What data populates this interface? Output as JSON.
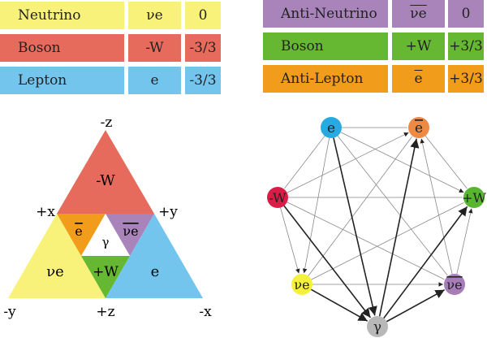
{
  "legend_left": [
    {
      "name": "Neutrino",
      "symbol": "νe",
      "charge": "0",
      "color": "#f8f27a"
    },
    {
      "name": "Boson",
      "symbol": "-W",
      "charge": "-3/3",
      "color": "#e76b5c"
    },
    {
      "name": "Lepton",
      "symbol": "e",
      "charge": "-3/3",
      "color": "#74c5ee"
    }
  ],
  "legend_right": [
    {
      "name": "Anti-Neutrino",
      "symbol": "νe",
      "charge": "0",
      "color": "#a884bb",
      "overline": true
    },
    {
      "name": "Boson",
      "symbol": "+W",
      "charge": "+3/3",
      "color": "#66b832"
    },
    {
      "name": "Anti-Lepton",
      "symbol": "e",
      "charge": "+3/3",
      "color": "#f19c1b",
      "overline": true
    }
  ],
  "triangle": {
    "axis_labels": {
      "neg_z": "-z",
      "pos_x": "+x",
      "pos_y": "+y",
      "neg_y": "-y",
      "pos_z": "+z",
      "neg_x": "-x"
    },
    "regions": {
      "neg_w": {
        "label": "-W",
        "color": "#e76b5c"
      },
      "neutrino": {
        "label": "νe",
        "color": "#f8f27a"
      },
      "electron": {
        "label": "e",
        "color": "#74c5ee"
      },
      "anti_electron": {
        "label": "e",
        "color": "#f19c1b"
      },
      "anti_neutrino": {
        "label": "νe",
        "color": "#a884bb"
      },
      "photon": {
        "label": "γ",
        "color": "#ffffff"
      },
      "pos_w": {
        "label": "+W",
        "color": "#66b832"
      }
    }
  },
  "graph": {
    "nodes": [
      {
        "id": "e",
        "label": "e",
        "color": "#27a9e1"
      },
      {
        "id": "ebar",
        "label": "e",
        "color": "#ef8a45",
        "overline": true
      },
      {
        "id": "negW",
        "label": "-W",
        "color": "#da1c47"
      },
      {
        "id": "posW",
        "label": "+W",
        "color": "#58b530"
      },
      {
        "id": "nu",
        "label": "νe",
        "color": "#f5f03c"
      },
      {
        "id": "nubar",
        "label": "νe",
        "color": "#a67db9",
        "overline": true
      },
      {
        "id": "gamma",
        "label": "γ",
        "color": "#b8b8b8"
      }
    ],
    "edges": [
      {
        "from": "e",
        "to": "ebar",
        "thick": false,
        "arrow": false
      },
      {
        "from": "e",
        "to": "negW",
        "thick": false,
        "arrow": false
      },
      {
        "from": "e",
        "to": "nu",
        "thick": false,
        "arrow": true
      },
      {
        "from": "e",
        "to": "posW",
        "thick": false,
        "arrow": true
      },
      {
        "from": "e",
        "to": "nubar",
        "thick": false,
        "arrow": false
      },
      {
        "from": "negW",
        "to": "ebar",
        "thick": false,
        "arrow": true
      },
      {
        "from": "negW",
        "to": "posW",
        "thick": false,
        "arrow": false
      },
      {
        "from": "negW",
        "to": "nu",
        "thick": false,
        "arrow": true
      },
      {
        "from": "negW",
        "to": "nubar",
        "thick": false,
        "arrow": false
      },
      {
        "from": "nu",
        "to": "ebar",
        "thick": false,
        "arrow": false
      },
      {
        "from": "nu",
        "to": "posW",
        "thick": false,
        "arrow": false
      },
      {
        "from": "nu",
        "to": "nubar",
        "thick": false,
        "arrow": true
      },
      {
        "from": "nubar",
        "to": "ebar",
        "thick": false,
        "arrow": true
      },
      {
        "from": "nubar",
        "to": "posW",
        "thick": false,
        "arrow": true
      },
      {
        "from": "ebar",
        "to": "posW",
        "thick": false,
        "arrow": false
      },
      {
        "from": "e",
        "to": "gamma",
        "thick": true,
        "arrow": true
      },
      {
        "from": "negW",
        "to": "gamma",
        "thick": true,
        "arrow": true
      },
      {
        "from": "nu",
        "to": "gamma",
        "thick": true,
        "arrow": true
      },
      {
        "from": "gamma",
        "to": "ebar",
        "thick": true,
        "arrow": true
      },
      {
        "from": "gamma",
        "to": "posW",
        "thick": true,
        "arrow": true
      },
      {
        "from": "gamma",
        "to": "nubar",
        "thick": true,
        "arrow": true
      }
    ]
  }
}
